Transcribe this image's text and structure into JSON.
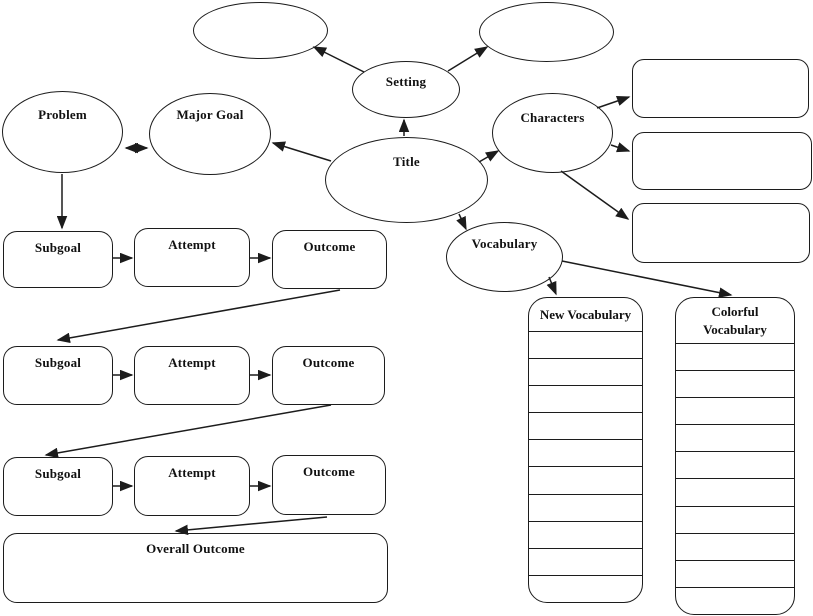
{
  "diagram": {
    "nodes": {
      "title": "Title",
      "setting": "Setting",
      "problem": "Problem",
      "major_goal": "Major Goal",
      "characters": "Characters",
      "vocabulary": "Vocabulary",
      "overall_outcome": "Overall Outcome"
    },
    "chain_rows": [
      {
        "subgoal": "Subgoal",
        "attempt": "Attempt",
        "outcome": "Outcome"
      },
      {
        "subgoal": "Subgoal",
        "attempt": "Attempt",
        "outcome": "Outcome"
      },
      {
        "subgoal": "Subgoal",
        "attempt": "Attempt",
        "outcome": "Outcome"
      }
    ],
    "vocab_tables": [
      {
        "title": "New Vocabulary",
        "blank_rows": 10
      },
      {
        "title": "Colorful Vocabulary",
        "blank_rows": 10
      }
    ],
    "colors": {
      "ink": "#1c1c1c",
      "background": "#ffffff"
    }
  }
}
